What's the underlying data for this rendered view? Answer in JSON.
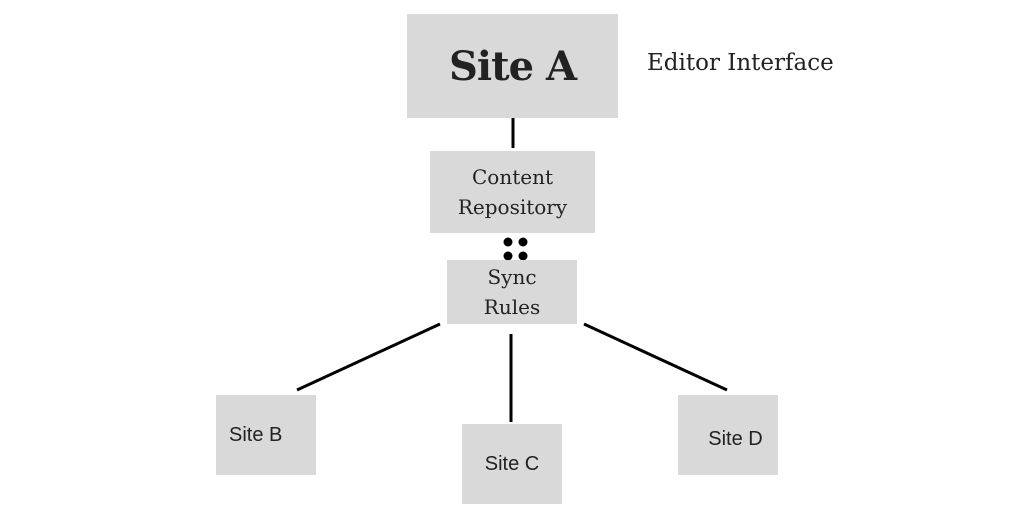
{
  "nodes": {
    "site_a": "Site A",
    "content_repository": "Content\nRepository",
    "sync_rules": "Sync\nRules",
    "site_b": "Site B",
    "site_c": "Site C",
    "site_d": "Site D"
  },
  "annotations": {
    "editor_interface": "Editor Interface"
  },
  "colors": {
    "box_fill": "#d9d9d9",
    "text": "#222222",
    "connector": "#000000"
  }
}
